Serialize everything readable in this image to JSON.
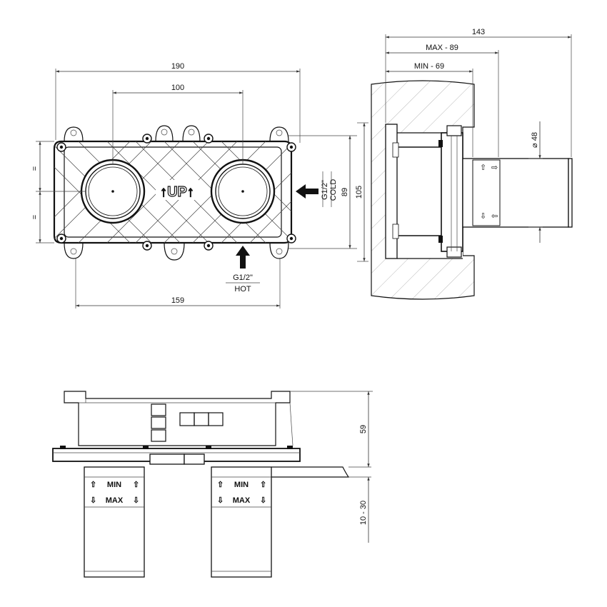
{
  "front_view": {
    "dim_width_top": "190",
    "dim_center_distance": "100",
    "dim_width_bottom": "159",
    "dim_height_inner": "89",
    "dim_height_outer": "105",
    "equal_mark": "=",
    "up_label": "↑UP↑",
    "cold_inlet_size": "G1/2\"",
    "cold_label": "COLD",
    "hot_inlet_size": "G1/2\"",
    "hot_label": "HOT"
  },
  "side_view": {
    "dim_total": "143",
    "dim_max": "MAX - 89",
    "dim_min": "MIN - 69",
    "dim_diameter": "⌀ 48"
  },
  "bottom_view": {
    "dim_height": "59",
    "dim_range": "10 - 30",
    "left_sleeve_min": "MIN",
    "left_sleeve_max": "MAX",
    "right_sleeve_min": "MIN",
    "right_sleeve_max": "MAX"
  }
}
